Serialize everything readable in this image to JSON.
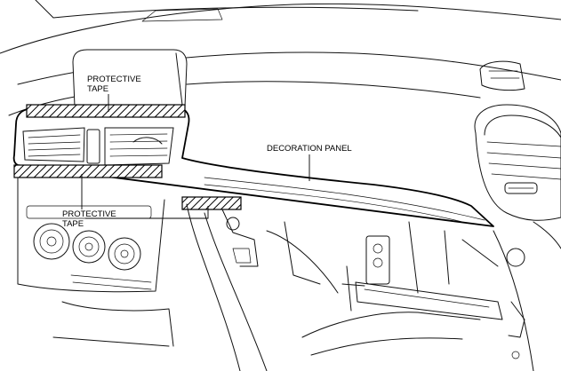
{
  "labels": {
    "protective_tape_top": [
      "PROTECTIVE",
      "TAPE"
    ],
    "protective_tape_bottom": [
      "PROTECTIVE",
      "TAPE"
    ],
    "decoration_panel": "DECORATION PANEL"
  }
}
